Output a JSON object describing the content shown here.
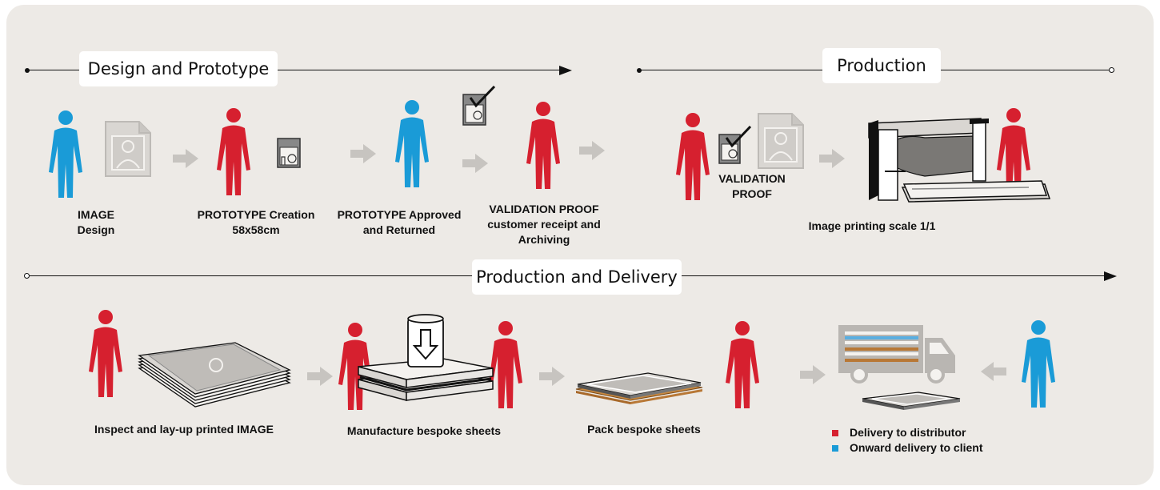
{
  "sections": {
    "design": "Design and Prototype",
    "production": "Production",
    "delivery": "Production and Delivery"
  },
  "steps": {
    "image_design": [
      "IMAGE",
      "Design"
    ],
    "prototype_creation": [
      "PROTOTYPE Creation",
      "58x58cm"
    ],
    "prototype_approved": [
      "PROTOTYPE Approved",
      "and Returned"
    ],
    "validation_receipt": [
      "VALIDATION PROOF",
      "customer receipt and",
      "Archiving"
    ],
    "validation_proof": [
      "VALIDATION",
      "PROOF"
    ],
    "printing": "Image printing scale 1/1",
    "inspect": "Inspect and lay-up printed IMAGE",
    "manufacture": "Manufacture bespoke sheets",
    "pack": "Pack bespoke sheets"
  },
  "legend": [
    {
      "label": "Delivery to distributor",
      "color": "#d6202f"
    },
    {
      "label": "Onward delivery to client",
      "color": "#1a9bd7"
    }
  ],
  "colors": {
    "red": "#d6202f",
    "blue": "#1a9bd7",
    "panel": "#edeae6",
    "arrow": "#c7c4c0"
  }
}
